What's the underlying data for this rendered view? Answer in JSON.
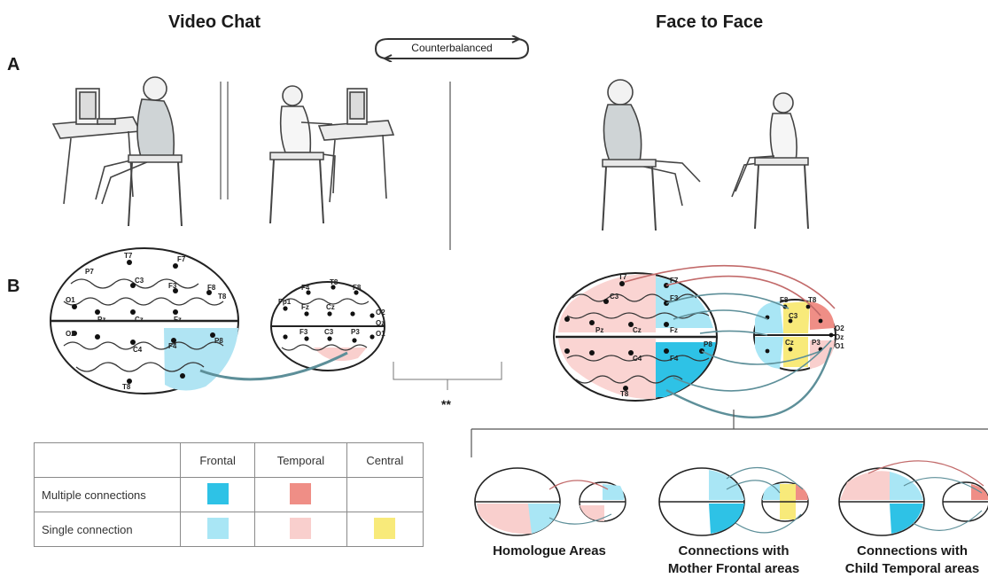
{
  "headings": {
    "left": "Video Chat",
    "right": "Face to Face",
    "center_pill": "Counterbalanced"
  },
  "panels": {
    "a": "A",
    "b": "B"
  },
  "significance": "**",
  "electrodes": {
    "adult_left": [
      "T7",
      "F7",
      "C3",
      "F3",
      "F8",
      "T8",
      "O1",
      "O2",
      "Pz",
      "Cz",
      "Fz",
      "F4",
      "C4",
      "T8",
      "P8",
      "P7"
    ],
    "child_left": [
      "T8",
      "F8",
      "F4",
      "Fp1",
      "Fz",
      "F3",
      "Cz",
      "C3",
      "P3",
      "O2",
      "Oz",
      "O1"
    ],
    "adult_right": [
      "T7",
      "F7",
      "C3",
      "F3",
      "Pz",
      "Cz",
      "Fz",
      "P8",
      "F4",
      "C4",
      "T8"
    ],
    "child_right": [
      "F8",
      "T8",
      "C3",
      "Cz",
      "P3",
      "O2",
      "Oz",
      "O1"
    ]
  },
  "legend": {
    "columns": [
      "Frontal",
      "Temporal",
      "Central"
    ],
    "rows": [
      {
        "label": "Multiple connections",
        "colors": [
          "#2ec2e6",
          "#ef8e86",
          ""
        ]
      },
      {
        "label": "Single connection",
        "colors": [
          "#a9e6f5",
          "#f9cfcd",
          "#f8ea7a"
        ]
      }
    ]
  },
  "subpanels": [
    {
      "caption_line1": "Homologue Areas",
      "caption_line2": ""
    },
    {
      "caption_line1": "Connections with",
      "caption_line2": "Mother Frontal areas"
    },
    {
      "caption_line1": "Connections with",
      "caption_line2": "Child Temporal areas"
    }
  ],
  "colors": {
    "frontal_strong": "#2ec2e6",
    "frontal_light": "#a9e6f5",
    "temporal_strong": "#ef8e86",
    "temporal_light": "#f9cfcd",
    "central": "#f8ea7a",
    "connection": "#5d8f99",
    "connection_red": "#c26a6a"
  }
}
